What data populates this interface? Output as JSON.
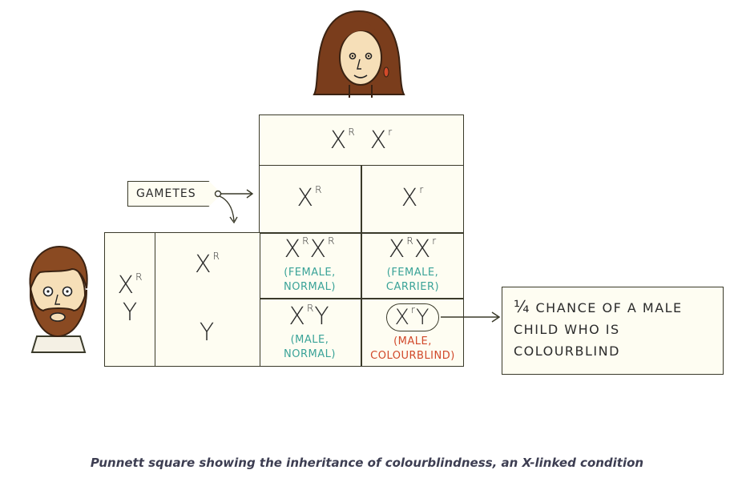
{
  "mother_gametes_header": {
    "a": "X",
    "a_sup": "R",
    "b": "X",
    "b_sup": "r"
  },
  "mother_gametes": [
    {
      "base": "X",
      "sup": "R"
    },
    {
      "base": "X",
      "sup": "r"
    }
  ],
  "father_genotype": {
    "line1": "X",
    "line1_sup": "R",
    "line2": "Y"
  },
  "father_gametes": [
    {
      "base": "X",
      "sup": "R"
    },
    {
      "base": "Y",
      "sup": ""
    }
  ],
  "gametes_label": "GAMETES",
  "offspring": [
    {
      "g1": "X",
      "s1": "R",
      "g2": "X",
      "s2": "R",
      "line1": "(FEMALE,",
      "line2": "NORMAL)"
    },
    {
      "g1": "X",
      "s1": "R",
      "g2": "X",
      "s2": "r",
      "line1": "(FEMALE,",
      "line2": "CARRIER)"
    },
    {
      "g1": "X",
      "s1": "R",
      "g2": "Y",
      "s2": "",
      "line1": "(MALE,",
      "line2": "NORMAL)"
    },
    {
      "g1": "X",
      "s1": "r",
      "g2": "Y",
      "s2": "",
      "line1": "(MALE,",
      "line2": "COLOURBLIND)"
    }
  ],
  "annotation": {
    "fraction": "¼",
    "line1_rest": "CHANCE OF A MALE",
    "line2": "CHILD WHO IS",
    "line3": "COLOURBLIND"
  },
  "caption": "Punnett square showing the inheritance of colourblindness, an X-linked condition",
  "colors": {
    "normal_text": "#3aa398",
    "colourblind_text": "#d1482a",
    "box_fill": "#fefdf2"
  }
}
